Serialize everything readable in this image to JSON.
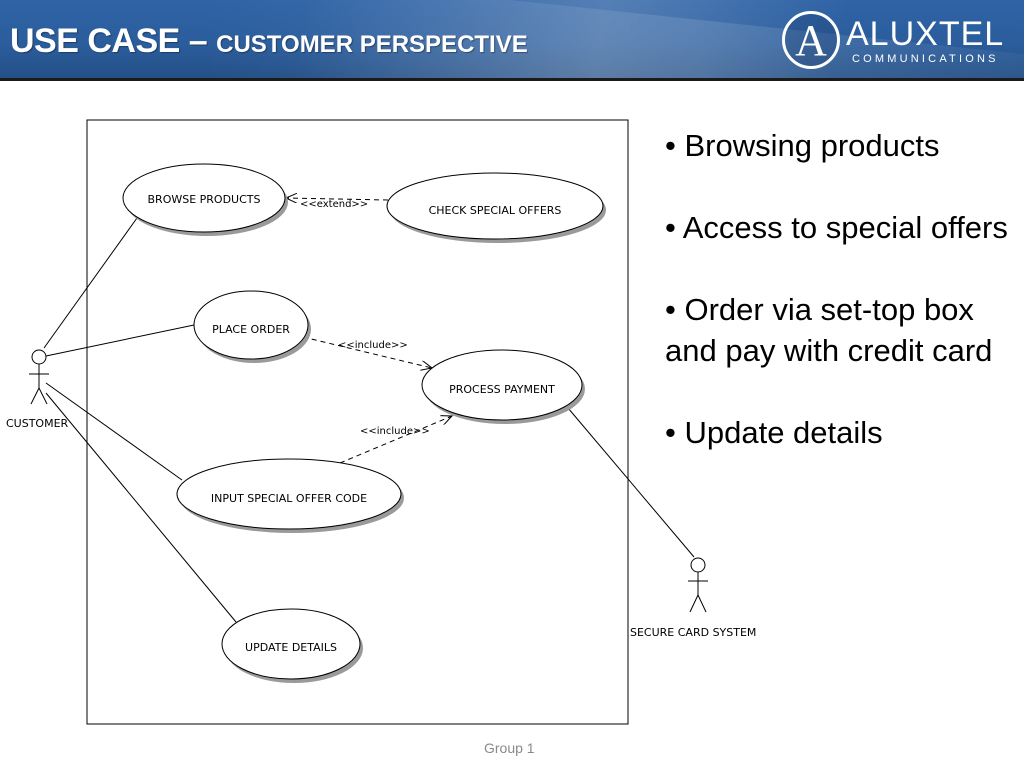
{
  "header": {
    "title_main": "USE CASE – ",
    "title_sub": "CUSTOMER PERSPECTIVE"
  },
  "logo": {
    "letter": "A",
    "name": "ALUXTEL",
    "tagline": "COMMUNICATIONS"
  },
  "diagram": {
    "actors": {
      "customer": "CUSTOMER",
      "secure_card_system": "SECURE CARD SYSTEM"
    },
    "use_cases": {
      "browse_products": "BROWSE PRODUCTS",
      "check_special_offers": "CHECK SPECIAL OFFERS",
      "place_order": "PLACE ORDER",
      "process_payment": "PROCESS PAYMENT",
      "input_special_offer_code": "INPUT SPECIAL OFFER CODE",
      "update_details": "UPDATE DETAILS"
    },
    "relations": {
      "extend": "<<extend>>",
      "include_place_order": "<<include>>",
      "include_offer_code": "<<include>>"
    }
  },
  "bullets": [
    "• Browsing products",
    "• Access to special offers",
    "• Order via set-top box and pay with credit card",
    "• Update details"
  ],
  "footer": "Group 1"
}
